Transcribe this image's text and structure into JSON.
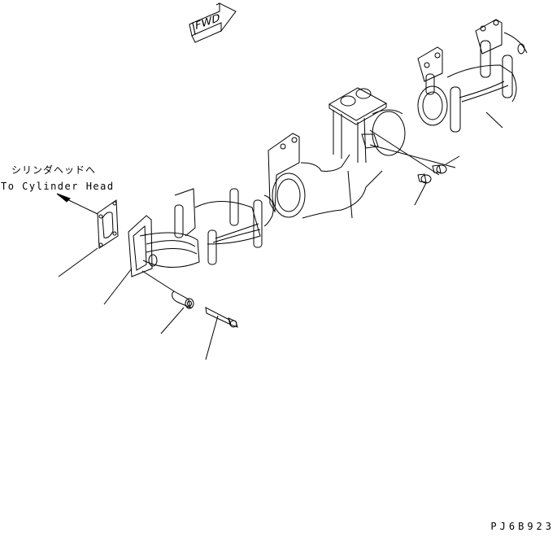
{
  "diagram": {
    "type": "exploded-parts-view",
    "subject": "exhaust manifold assembly",
    "direction_marker": {
      "label": "FWD",
      "icon": "forward-arrow-icon"
    },
    "annotation": {
      "japanese": "シリンダヘッドへ",
      "english": "To Cylinder Head"
    },
    "drawing_code": "PJ6B923",
    "parts": [
      {
        "name": "gasket",
        "leader_end": [
          72,
          340
        ]
      },
      {
        "name": "front-manifold-section",
        "leader_end": [
          128,
          374
        ]
      },
      {
        "name": "spacer-sleeve",
        "leader_end": [
          198,
          410
        ]
      },
      {
        "name": "mounting-bolt",
        "leader_end": [
          253,
          442
        ]
      },
      {
        "name": "center-manifold-section-turbo-flange",
        "leader_end": [
          433,
          268
        ]
      },
      {
        "name": "flange-bolt-upper",
        "leader_end": [
          565,
          192
        ]
      },
      {
        "name": "flange-bolt-lower",
        "leader_end": [
          510,
          252
        ]
      },
      {
        "name": "rear-manifold-section",
        "leader_end": [
          618,
          157
        ]
      }
    ]
  }
}
